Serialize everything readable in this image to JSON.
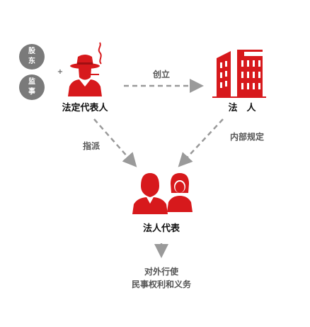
{
  "side_roles": {
    "shareholder": [
      "股",
      "东"
    ],
    "supervisor": [
      "监",
      "事"
    ],
    "plus_sign": "+"
  },
  "nodes": {
    "legal_rep": "法定代表人",
    "legal_person": "法　人",
    "legal_agents": "法人代表"
  },
  "edges": {
    "establish": "创立",
    "appoint": "指派",
    "internal_rules": "内部规定"
  },
  "result": {
    "line1": "对外行使",
    "line2": "民事权利和义务"
  },
  "colors": {
    "accent_red": "#d7191c",
    "dark_red": "#a10f12",
    "gray_circle": "#7a7a7a",
    "arrow_gray": "#9a9a9a"
  },
  "icons": {
    "legal_rep": "man-in-fedora-smoking-icon",
    "legal_person": "office-buildings-icon",
    "legal_agents": "man-and-woman-icon"
  }
}
